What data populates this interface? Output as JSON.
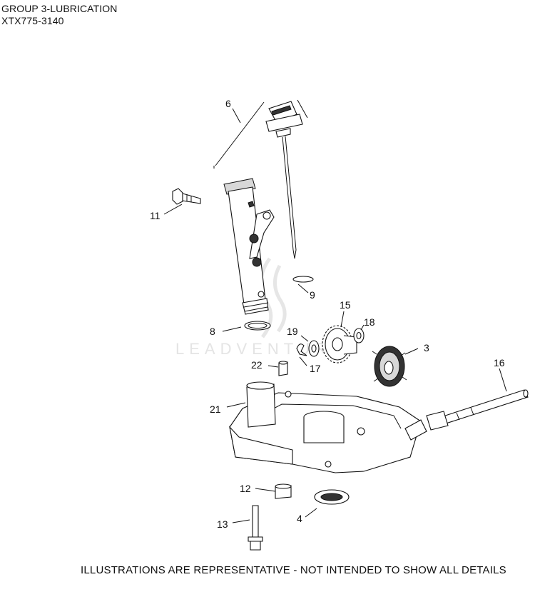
{
  "header": {
    "group_title": "GROUP 3-LUBRICATION",
    "model_number": "XTX775-3140"
  },
  "footer": {
    "disclaimer": "ILLUSTRATIONS ARE REPRESENTATIVE - NOT INTENDED TO SHOW ALL DETAILS"
  },
  "watermark": {
    "text": "LEADVENTURE"
  },
  "callouts": [
    "6",
    "11",
    "9",
    "8",
    "15",
    "18",
    "19",
    "3",
    "22",
    "17",
    "16",
    "21",
    "12",
    "4",
    "13"
  ]
}
